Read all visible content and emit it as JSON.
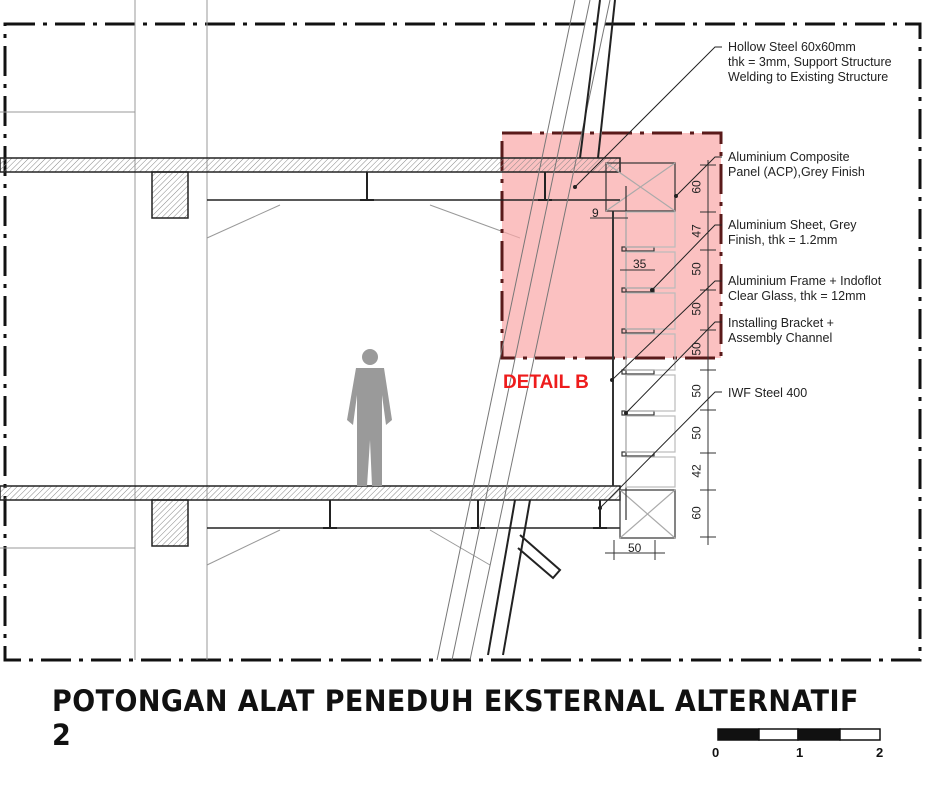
{
  "title": "POTONGAN ALAT PENEDUH EKSTERNAL ALTERNATIF 2",
  "detail_label": "DETAIL B",
  "detail_color": "#ee1c1c",
  "highlight_color": "#f9a7a7",
  "notes": [
    "Hollow Steel 60x60mm\nthk = 3mm, Support Structure\nWelding to Existing Structure",
    "Aluminium Composite\nPanel (ACP),Grey Finish",
    "Aluminium Sheet, Grey\nFinish, thk = 1.2mm",
    "Aluminium Frame + Indoflot\nClear Glass, thk = 12mm",
    "Installing Bracket +\nAssembly Channel",
    "IWF Steel 400"
  ],
  "dimensions": {
    "vertical": [
      "60",
      "47",
      "50",
      "50",
      "50",
      "50",
      "50",
      "42",
      "60"
    ],
    "horizontal": [
      "9",
      "35",
      "50"
    ]
  },
  "scale_bar": {
    "labels": [
      "0",
      "1",
      "2"
    ]
  }
}
